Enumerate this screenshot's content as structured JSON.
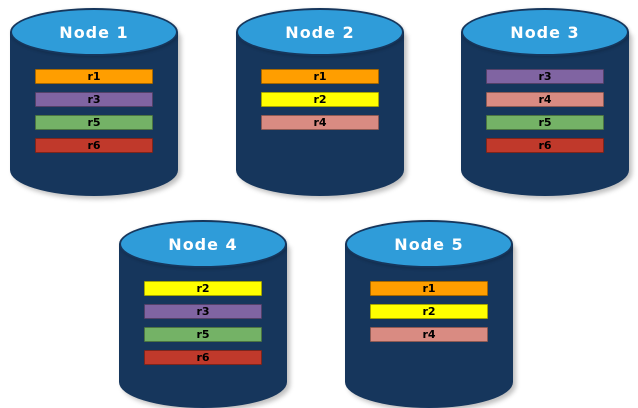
{
  "colors": {
    "cylinder_body": "#16365c",
    "cylinder_top": "#2f9cd9",
    "record_colors": {
      "r1": "#ff9e00",
      "r2": "#ffff00",
      "r3": "#8064a2",
      "r4": "#d98b82",
      "r5": "#74b266",
      "r6": "#c0392b"
    }
  },
  "nodes": [
    {
      "label": "Node 1",
      "records": [
        "r1",
        "r3",
        "r5",
        "r6"
      ]
    },
    {
      "label": "Node 2",
      "records": [
        "r1",
        "r2",
        "r4"
      ]
    },
    {
      "label": "Node 3",
      "records": [
        "r3",
        "r4",
        "r5",
        "r6"
      ]
    },
    {
      "label": "Node 4",
      "records": [
        "r2",
        "r3",
        "r5",
        "r6"
      ]
    },
    {
      "label": "Node 5",
      "records": [
        "r1",
        "r2",
        "r4"
      ]
    }
  ]
}
